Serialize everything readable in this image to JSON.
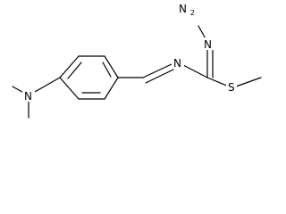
{
  "molecule": {
    "atoms": {
      "hydrazine_n": {
        "element": "N",
        "hydrogens": "2"
      },
      "imine_n_upper": {
        "element": "N"
      },
      "imine_n": {
        "element": "N"
      },
      "thio_s": {
        "element": "S"
      },
      "amine_n": {
        "element": "N"
      }
    },
    "bond_color": "#000000"
  }
}
